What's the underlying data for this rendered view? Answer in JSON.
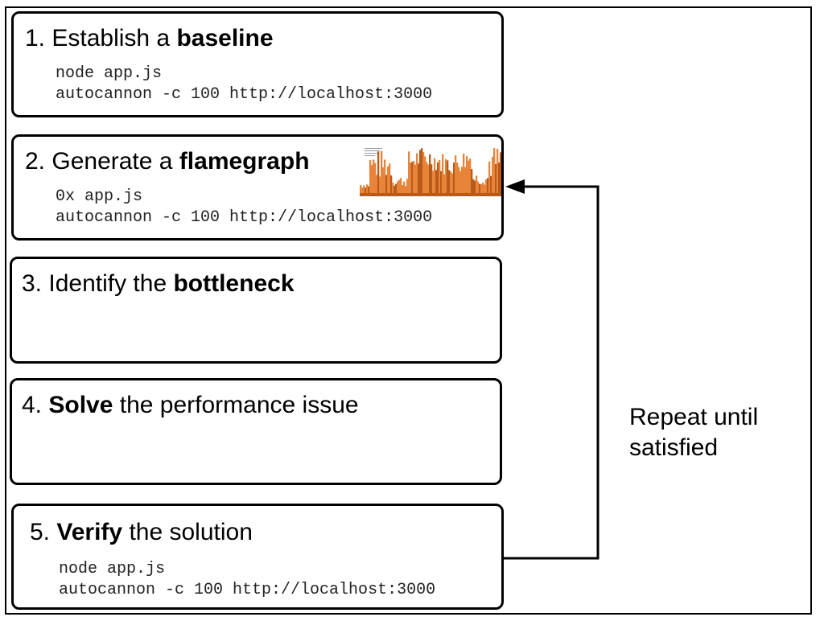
{
  "steps": [
    {
      "num": "1.",
      "pre": " Establish a ",
      "bold": "baseline",
      "post": "",
      "commands": [
        "node app.js",
        "autocannon -c 100 http://localhost:3000"
      ]
    },
    {
      "num": "2.",
      "pre": " Generate a ",
      "bold": "flamegraph",
      "post": "",
      "commands": [
        "0x app.js",
        "autocannon -c 100 http://localhost:3000"
      ]
    },
    {
      "num": "3.",
      "pre": " Identify the ",
      "bold": "bottleneck",
      "post": "",
      "commands": []
    },
    {
      "num": "4.",
      "pre": " ",
      "bold": "Solve",
      "post": " the performance issue",
      "commands": []
    },
    {
      "num": "5.",
      "pre": " ",
      "bold": "Verify",
      "post": " the solution",
      "commands": [
        "node app.js",
        "autocannon -c 100 http://localhost:3000"
      ]
    }
  ],
  "loop_label": "Repeat until\nsatisfied",
  "colors": {
    "flame_base": "#e8843a",
    "flame_dark": "#b85a1a",
    "arrow": "#000000"
  },
  "icons": {
    "flamegraph": "flamegraph-thumbnail-icon",
    "arrow": "loop-arrow-icon"
  }
}
